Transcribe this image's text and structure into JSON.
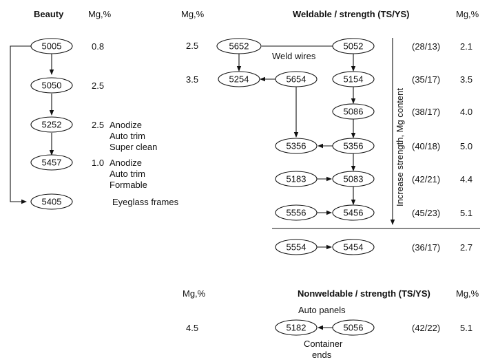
{
  "headers": {
    "beauty": "Beauty",
    "mg_left_1": "Mg,%",
    "mg_left_2": "Mg,%",
    "weldable": "Weldable / strength (TS/YS)",
    "mg_right": "Mg,%",
    "mg_bottom_left": "Mg,%",
    "nonweldable": "Nonweldable / strength (TS/YS)",
    "mg_bottom_right": "Mg,%"
  },
  "beauty_column": [
    {
      "alloy": "5005",
      "mg": "0.8",
      "uses": []
    },
    {
      "alloy": "5050",
      "mg": "2.5",
      "uses": []
    },
    {
      "alloy": "5252",
      "mg": "2.5",
      "uses": [
        "Anodize",
        "Auto trim",
        "Super clean"
      ]
    },
    {
      "alloy": "5457",
      "mg": "1.0",
      "uses": [
        "Anodize",
        "Auto trim",
        "Formable"
      ]
    },
    {
      "alloy": "5405",
      "mg": "",
      "uses": [
        "Eyeglass frames"
      ]
    }
  ],
  "weld_wires": {
    "label": "Weld wires",
    "mg_values": [
      "2.5",
      "3.5"
    ],
    "nodes": [
      "5652",
      "5254",
      "5654",
      "5356"
    ]
  },
  "weldable_chain": [
    {
      "alloy": "5052",
      "strength": "(28/13)",
      "mg": "2.1"
    },
    {
      "alloy": "5154",
      "strength": "(35/17)",
      "mg": "3.5"
    },
    {
      "alloy": "5086",
      "strength": "(38/17)",
      "mg": "4.0"
    },
    {
      "alloy": "5356",
      "strength": "(40/18)",
      "mg": "5.0"
    },
    {
      "alloy": "5083",
      "strength": "(42/21)",
      "mg": "4.4"
    },
    {
      "alloy": "5456",
      "strength": "(45/23)",
      "mg": "5.1"
    }
  ],
  "side_nodes": {
    "n5183": "5183",
    "n5556": "5556"
  },
  "below_line": {
    "left": "5554",
    "right": "5454",
    "strength": "(36/17)",
    "mg": "2.7"
  },
  "trend_label": "Increase strength, Mg content",
  "nonweldable": {
    "mg_left": "4.5",
    "left": "5182",
    "right": "5056",
    "strength": "(42/22)",
    "mg": "5.1",
    "above_label": "Auto panels",
    "below_label_1": "Container",
    "below_label_2": "ends"
  }
}
